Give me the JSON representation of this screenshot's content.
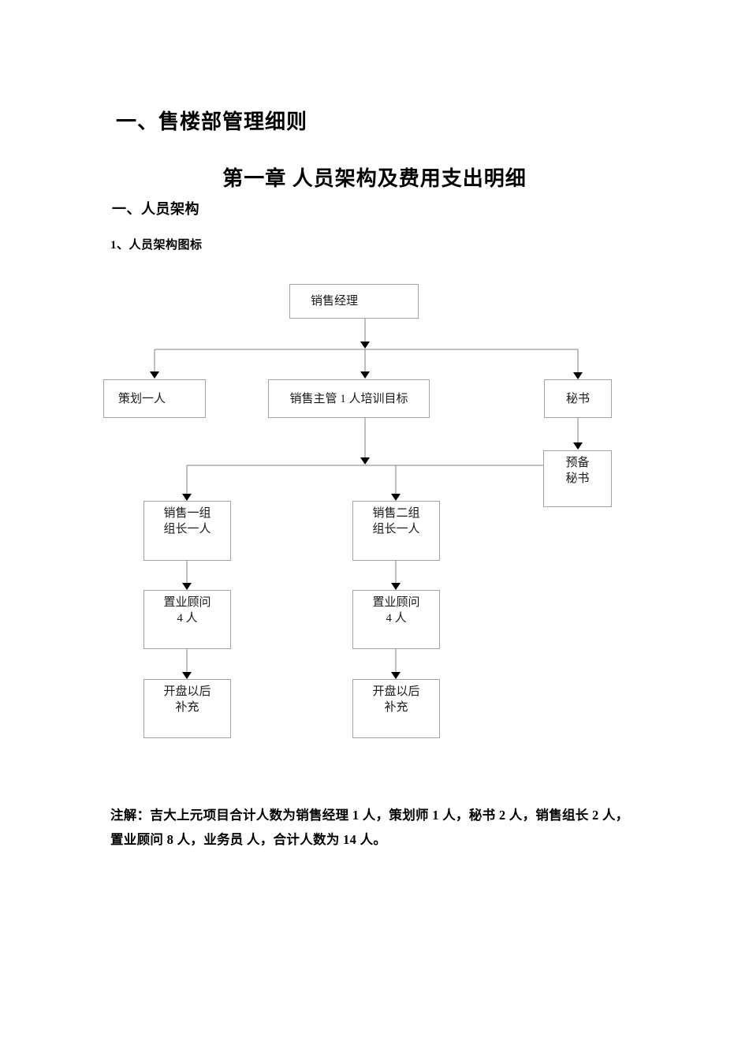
{
  "page": {
    "title_h1": "一、售楼部管理细则",
    "chapter_title": "第一章 人员架构及费用支出明细",
    "section_heading": "一、人员架构",
    "subsection_heading": "1、人员架构图标"
  },
  "org_chart": {
    "nodes": {
      "manager": {
        "label": "销售经理"
      },
      "planner": {
        "label": "策划一人"
      },
      "supervisor": {
        "label": "销售主管 1 人培训目标"
      },
      "secretary": {
        "label": "秘书"
      },
      "reserve_secretary": {
        "lines": [
          "预备",
          "秘书"
        ]
      },
      "team1_leader": {
        "lines": [
          "销售一组",
          "组长一人"
        ]
      },
      "team2_leader": {
        "lines": [
          "销售二组",
          "组长一人"
        ]
      },
      "team1_consultants": {
        "lines": [
          "置业顾问",
          "4 人"
        ]
      },
      "team2_consultants": {
        "lines": [
          "置业顾问",
          "4 人"
        ]
      },
      "team1_backfill": {
        "lines": [
          "开盘以后",
          "补充"
        ]
      },
      "team2_backfill": {
        "lines": [
          "开盘以后",
          "补充"
        ]
      }
    }
  },
  "note": {
    "line1": "注解：吉大上元项目合计人数为销售经理 1 人，策划师 1 人，秘书 2 人，销售组长 2 人，",
    "line2": "置业顾问 8 人，业务员  人，合计人数为 14 人。"
  },
  "colors": {
    "page_bg": "#ffffff",
    "box_border": "#a3a3a3",
    "connector_line": "#808080",
    "arrowhead": "#000000",
    "text": "#000000"
  }
}
